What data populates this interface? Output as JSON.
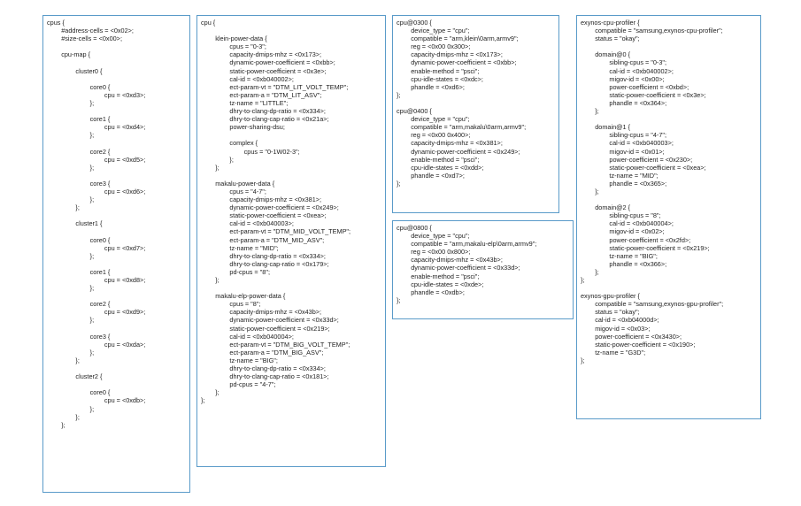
{
  "panels": [
    {
      "id": "cpus-map",
      "lines": [
        "cpus {",
        "        #address-cells = <0x02>;",
        "        #size-cells = <0x00>;",
        "",
        "        cpu-map {",
        "",
        "                cluster0 {",
        "",
        "                        core0 {",
        "                                cpu = <0xd3>;",
        "                        };",
        "",
        "                        core1 {",
        "                                cpu = <0xd4>;",
        "                        };",
        "",
        "                        core2 {",
        "                                cpu = <0xd5>;",
        "                        };",
        "",
        "                        core3 {",
        "                                cpu = <0xd6>;",
        "                        };",
        "                };",
        "",
        "                cluster1 {",
        "",
        "                        core0 {",
        "                                cpu = <0xd7>;",
        "                        };",
        "",
        "                        core1 {",
        "                                cpu = <0xd8>;",
        "                        };",
        "",
        "                        core2 {",
        "                                cpu = <0xd9>;",
        "                        };",
        "",
        "                        core3 {",
        "                                cpu = <0xda>;",
        "                        };",
        "                };",
        "",
        "                cluster2 {",
        "",
        "                        core0 {",
        "                                cpu = <0xdb>;",
        "                        };",
        "                };",
        "        };"
      ]
    },
    {
      "id": "cpu-power-data",
      "lines": [
        "cpu {",
        "",
        "        klein-power-data {",
        "                cpus = \"0-3\";",
        "                capacity-dmips-mhz = <0x173>;",
        "                dynamic-power-coefficient = <0xbb>;",
        "                static-power-coefficient = <0x3e>;",
        "                cal-id = <0xb040002>;",
        "                ect-param-vt = \"DTM_LIT_VOLT_TEMP\";",
        "                ect-param-a = \"DTM_LIT_ASV\";",
        "                tz-name = \"LITTLE\";",
        "                dhry-to-clang-dp-ratio = <0x334>;",
        "                dhry-to-clang-cap-ratio = <0x21a>;",
        "                power-sharing-dsu;",
        "",
        "                complex {",
        "                        cpus = \"0-1W02-3\";",
        "                };",
        "        };",
        "",
        "        makalu-power-data {",
        "                cpus = \"4-7\";",
        "                capacity-dmips-mhz = <0x381>;",
        "                dynamic-power-coefficient = <0x249>;",
        "                static-power-coefficient = <0xea>;",
        "                cal-id = <0xb040003>;",
        "                ect-param-vt = \"DTM_MID_VOLT_TEMP\";",
        "                ect-param-a = \"DTM_MID_ASV\";",
        "                tz-name = \"MID\";",
        "                dhry-to-clang-dp-ratio = <0x334>;",
        "                dhry-to-clang-cap-ratio = <0x179>;",
        "                pd-cpus = \"8\";",
        "        };",
        "",
        "        makalu-elp-power-data {",
        "                cpus = \"8\";",
        "                capacity-dmips-mhz = <0x43b>;",
        "                dynamic-power-coefficient = <0x33d>;",
        "                static-power-coefficient = <0x219>;",
        "                cal-id = <0xb040004>;",
        "                ect-param-vt = \"DTM_BIG_VOLT_TEMP\";",
        "                ect-param-a = \"DTM_BIG_ASV\";",
        "                tz-name = \"BIG\";",
        "                dhry-to-clang-dp-ratio = <0x334>;",
        "                dhry-to-clang-cap-ratio = <0x181>;",
        "                pd-cpus = \"4-7\";",
        "        };",
        "};"
      ]
    },
    {
      "id": "cpu-0300-0400",
      "lines": [
        "cpu@0300 {",
        "        device_type = \"cpu\";",
        "        compatible = \"arm,klein\\0arm,armv9\";",
        "        reg = <0x00 0x300>;",
        "        capacity-dmips-mhz = <0x173>;",
        "        dynamic-power-coefficient = <0xbb>;",
        "        enable-method = \"psci\";",
        "        cpu-idle-states = <0xdc>;",
        "        phandle = <0xd6>;",
        "};",
        "",
        "cpu@0400 {",
        "        device_type = \"cpu\";",
        "        compatible = \"arm,makalu\\0arm,armv9\";",
        "        reg = <0x00 0x400>;",
        "        capacity-dmips-mhz = <0x381>;",
        "        dynamic-power-coefficient = <0x249>;",
        "        enable-method = \"psci\";",
        "        cpu-idle-states = <0xdd>;",
        "        phandle = <0xd7>;",
        "};"
      ]
    },
    {
      "id": "cpu-0800",
      "lines": [
        "cpu@0800 {",
        "        device_type = \"cpu\";",
        "        compatible = \"arm,makalu-elp\\0arm,armv9\";",
        "        reg = <0x00 0x800>;",
        "        capacity-dmips-mhz = <0x43b>;",
        "        dynamic-power-coefficient = <0x33d>;",
        "        enable-method = \"psci\";",
        "        cpu-idle-states = <0xde>;",
        "        phandle = <0xdb>;",
        "};"
      ]
    },
    {
      "id": "exynos-profilers",
      "lines": [
        "exynos-cpu-profiler {",
        "        compatible = \"samsung,exynos-cpu-profiler\";",
        "        status = \"okay\";",
        "",
        "        domain@0 {",
        "                sibling-cpus = \"0-3\";",
        "                cal-id = <0xb040002>;",
        "                migov-id = <0x00>;",
        "                power-coefficient = <0xbd>;",
        "                static-power-coefficient = <0x3e>;",
        "                phandle = <0x364>;",
        "        };",
        "",
        "        domain@1 {",
        "                sibling-cpus = \"4-7\";",
        "                cal-id = <0xb040003>;",
        "                migov-id = <0x01>;",
        "                power-coefficient = <0x230>;",
        "                static-power-coefficient = <0xea>;",
        "                tz-name = \"MID\";",
        "                phandle = <0x365>;",
        "        };",
        "",
        "        domain@2 {",
        "                sibling-cpus = \"8\";",
        "                cal-id = <0xb040004>;",
        "                migov-id = <0x02>;",
        "                power-coefficient = <0x2fd>;",
        "                static-power-coefficient = <0x219>;",
        "                tz-name = \"BIG\";",
        "                phandle = <0x366>;",
        "        };",
        "};",
        "",
        "exynos-gpu-profiler {",
        "        compatible = \"samsung,exynos-gpu-profiler\";",
        "        status = \"okay\";",
        "        cal-id = <0xb04000d>;",
        "        migov-id = <0x03>;",
        "        power-coefficient = <0x3430>;",
        "        static-power-coefficient = <0x190>;",
        "        tz-name = \"G3D\";",
        "};"
      ]
    }
  ]
}
